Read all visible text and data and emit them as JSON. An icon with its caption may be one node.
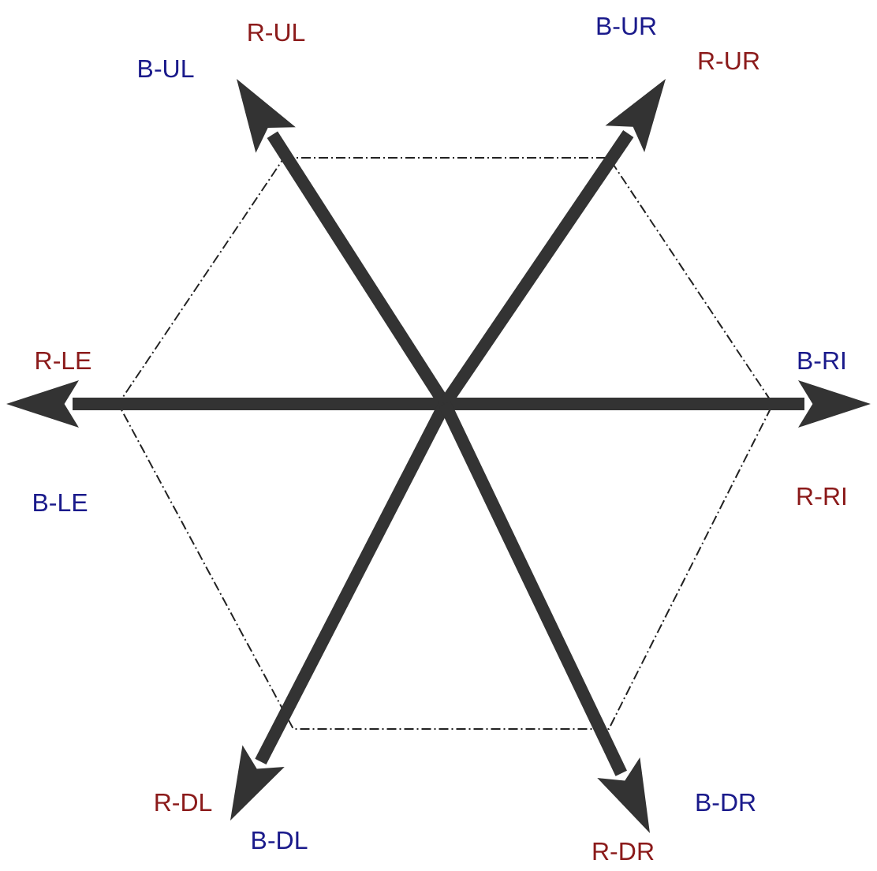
{
  "diagram": {
    "labels": [
      "B-UR",
      "R-UL",
      "R-UR",
      "B-UL",
      "R-LE",
      "B-RI",
      "R-RI",
      "B-LE",
      "R-DL",
      "B-DR",
      "B-DL",
      "R-DR"
    ]
  }
}
